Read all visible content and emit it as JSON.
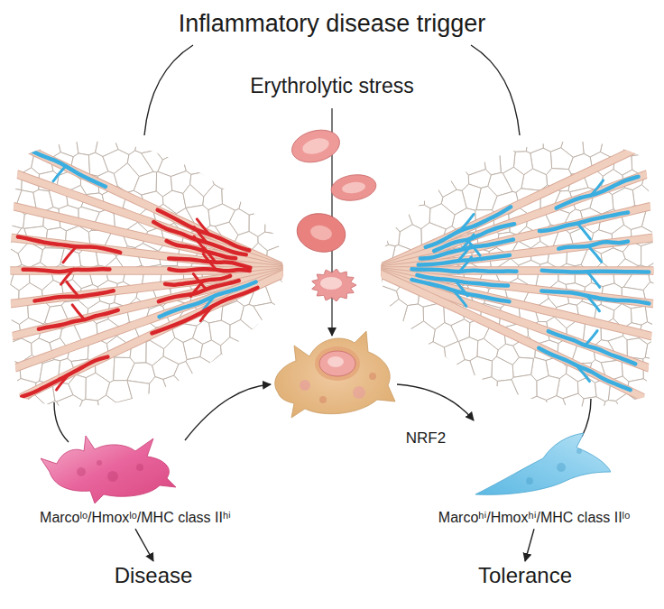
{
  "diagram": {
    "title": "Inflammatory disease trigger",
    "nodes": [
      {
        "text": [
          "Marcoˡᵒ/Hmoxˡᵒ/MHC class IIʰⁱ"
        ]
      },
      {
        "text": [
          "Marcoʰⁱ/Hmoxʰⁱ/MHC class IIˡᵒ"
        ]
      },
      {
        "text": [
          "Disease"
        ]
      },
      {
        "text": [
          "Tolerance"
        ]
      }
    ],
    "edges": [
      {
        "from": 0,
        "to": 2,
        "arrow": "to"
      },
      {
        "from": 1,
        "to": 3,
        "arrow": "to"
      }
    ],
    "labels": [
      "Erythrolytic stress",
      "NRF2"
    ]
  }
}
